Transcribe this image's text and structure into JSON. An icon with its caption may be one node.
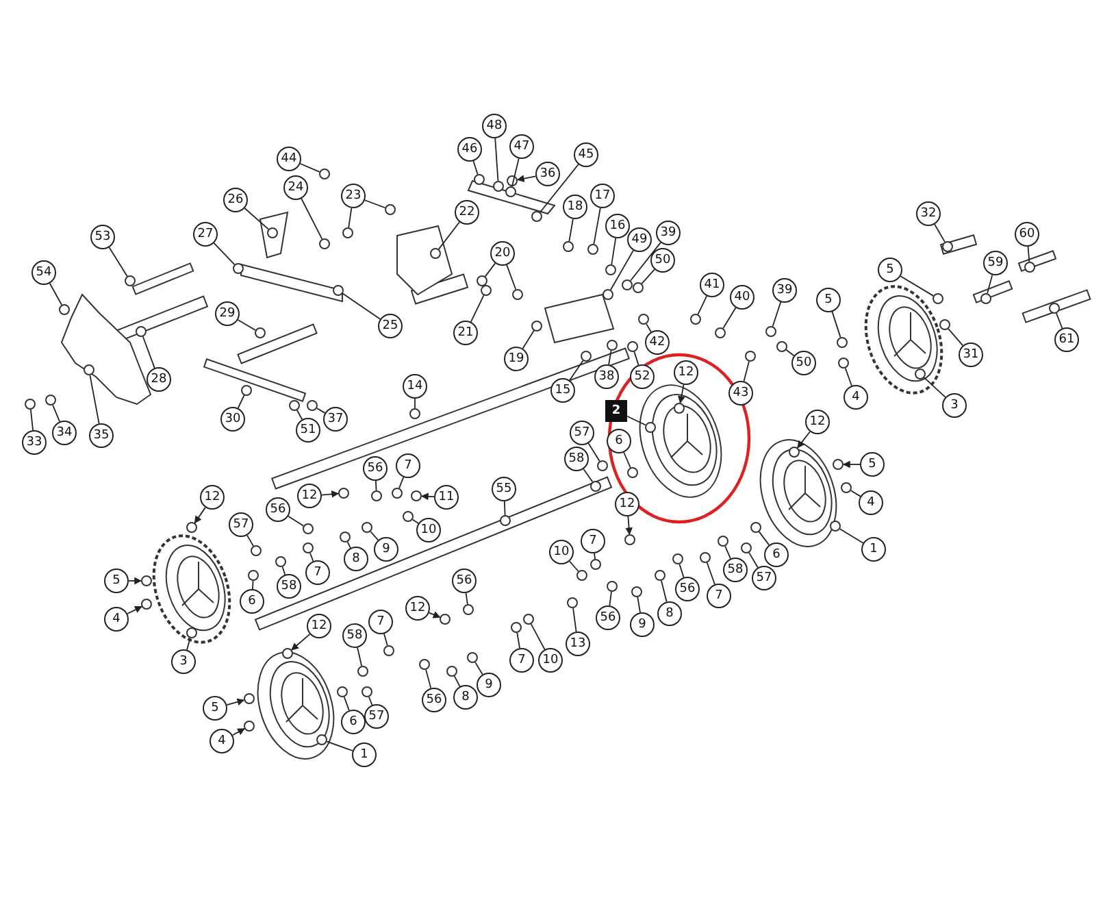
{
  "diagram": {
    "nodes": [
      {
        "text": [
          "44"
        ]
      },
      {
        "text": [
          "48"
        ]
      },
      {
        "text": [
          "46"
        ]
      },
      {
        "text": [
          "47"
        ]
      },
      {
        "text": [
          "45"
        ]
      },
      {
        "text": [
          "36"
        ]
      },
      {
        "text": [
          "24"
        ]
      },
      {
        "text": [
          "23"
        ]
      },
      {
        "text": [
          "26"
        ]
      },
      {
        "text": [
          "22"
        ]
      },
      {
        "text": [
          "18"
        ]
      },
      {
        "text": [
          "17"
        ]
      },
      {
        "text": [
          "16"
        ]
      },
      {
        "text": [
          "49"
        ]
      },
      {
        "text": [
          "39"
        ]
      },
      {
        "text": [
          "50"
        ]
      },
      {
        "text": [
          "53"
        ]
      },
      {
        "text": [
          "27"
        ]
      },
      {
        "text": [
          "20"
        ]
      },
      {
        "text": [
          "54"
        ]
      },
      {
        "text": [
          "41"
        ]
      },
      {
        "text": [
          "40"
        ]
      },
      {
        "text": [
          "39"
        ]
      },
      {
        "text": [
          "5"
        ]
      },
      {
        "text": [
          "5"
        ]
      },
      {
        "text": [
          "32"
        ]
      },
      {
        "text": [
          "60"
        ]
      },
      {
        "text": [
          "59"
        ]
      },
      {
        "text": [
          "29"
        ]
      },
      {
        "text": [
          "25"
        ]
      },
      {
        "text": [
          "21"
        ]
      },
      {
        "text": [
          "61"
        ]
      },
      {
        "text": [
          "31"
        ]
      },
      {
        "text": [
          "42"
        ]
      },
      {
        "text": [
          "19"
        ]
      },
      {
        "text": [
          "50"
        ]
      },
      {
        "text": [
          "12"
        ]
      },
      {
        "text": [
          "38"
        ]
      },
      {
        "text": [
          "52"
        ]
      },
      {
        "text": [
          "28"
        ]
      },
      {
        "text": [
          "14"
        ]
      },
      {
        "text": [
          "15"
        ]
      },
      {
        "text": [
          "43"
        ]
      },
      {
        "text": [
          "4"
        ]
      },
      {
        "text": [
          "3"
        ]
      },
      {
        "text": [
          "2"
        ]
      },
      {
        "text": [
          "30"
        ]
      },
      {
        "text": [
          "37"
        ]
      },
      {
        "text": [
          "51"
        ]
      },
      {
        "text": [
          "12"
        ]
      },
      {
        "text": [
          "57"
        ]
      },
      {
        "text": [
          "6"
        ]
      },
      {
        "text": [
          "35"
        ]
      },
      {
        "text": [
          "34"
        ]
      },
      {
        "text": [
          "33"
        ]
      },
      {
        "text": [
          "58"
        ]
      },
      {
        "text": [
          "5"
        ]
      },
      {
        "text": [
          "56"
        ]
      },
      {
        "text": [
          "7"
        ]
      },
      {
        "text": [
          "55"
        ]
      },
      {
        "text": [
          "12"
        ]
      },
      {
        "text": [
          "11"
        ]
      },
      {
        "text": [
          "12"
        ]
      },
      {
        "text": [
          "12"
        ]
      },
      {
        "text": [
          "4"
        ]
      },
      {
        "text": [
          "56"
        ]
      },
      {
        "text": [
          "57"
        ]
      },
      {
        "text": [
          "10"
        ]
      },
      {
        "text": [
          "7"
        ]
      },
      {
        "text": [
          "1"
        ]
      },
      {
        "text": [
          "9"
        ]
      },
      {
        "text": [
          "10"
        ]
      },
      {
        "text": [
          "6"
        ]
      },
      {
        "text": [
          "8"
        ]
      },
      {
        "text": [
          "58"
        ]
      },
      {
        "text": [
          "7"
        ]
      },
      {
        "text": [
          "57"
        ]
      },
      {
        "text": [
          "5"
        ]
      },
      {
        "text": [
          "56"
        ]
      },
      {
        "text": [
          "58"
        ]
      },
      {
        "text": [
          "56"
        ]
      },
      {
        "text": [
          "7"
        ]
      },
      {
        "text": [
          "6"
        ]
      },
      {
        "text": [
          "12"
        ]
      },
      {
        "text": [
          "8"
        ]
      },
      {
        "text": [
          "56"
        ]
      },
      {
        "text": [
          "4"
        ]
      },
      {
        "text": [
          "9"
        ]
      },
      {
        "text": [
          "12"
        ]
      },
      {
        "text": [
          "7"
        ]
      },
      {
        "text": [
          "58"
        ]
      },
      {
        "text": [
          "13"
        ]
      },
      {
        "text": [
          "7"
        ]
      },
      {
        "text": [
          "10"
        ]
      },
      {
        "text": [
          "3"
        ]
      },
      {
        "text": [
          "9"
        ]
      },
      {
        "text": [
          "8"
        ]
      },
      {
        "text": [
          "56"
        ]
      },
      {
        "text": [
          "5"
        ]
      },
      {
        "text": [
          "57"
        ]
      },
      {
        "text": [
          "6"
        ]
      },
      {
        "text": [
          "4"
        ]
      },
      {
        "text": [
          "1"
        ]
      },
      {
        "text": [],
        "shape": "circle"
      },
      {
        "text": [],
        "shape": "circle"
      },
      {
        "text": [],
        "shape": "circle"
      },
      {
        "text": [],
        "shape": "circle"
      },
      {
        "text": [],
        "shape": "circle"
      },
      {
        "text": [],
        "shape": "circle"
      },
      {
        "text": [],
        "shape": "circle"
      },
      {
        "text": [],
        "shape": "circle"
      },
      {
        "text": [],
        "shape": "circle"
      },
      {
        "text": [],
        "shape": "circle"
      },
      {
        "text": [],
        "shape": "circle"
      },
      {
        "text": [],
        "shape": "circle"
      },
      {
        "text": [],
        "shape": "circle"
      },
      {
        "text": [],
        "shape": "circle"
      },
      {
        "text": [],
        "shape": "circle"
      },
      {
        "text": [],
        "shape": "circle"
      },
      {
        "text": [],
        "shape": "circle"
      },
      {
        "text": [],
        "shape": "circle"
      },
      {
        "text": [],
        "shape": "circle"
      },
      {
        "text": [],
        "shape": "circle"
      },
      {
        "text": [],
        "shape": "circle"
      },
      {
        "text": [],
        "shape": "circle"
      },
      {
        "text": [],
        "shape": "circle"
      },
      {
        "text": [],
        "shape": "circle"
      },
      {
        "text": [],
        "shape": "circle"
      },
      {
        "text": [],
        "shape": "circle"
      },
      {
        "text": [],
        "shape": "circle"
      },
      {
        "text": [],
        "shape": "circle"
      },
      {
        "text": [],
        "shape": "circle"
      },
      {
        "text": [],
        "shape": "circle"
      },
      {
        "text": [],
        "shape": "circle"
      },
      {
        "text": [],
        "shape": "circle"
      },
      {
        "text": [],
        "shape": "circle"
      },
      {
        "text": [],
        "shape": "circle"
      },
      {
        "text": [],
        "shape": "circle"
      },
      {
        "text": [],
        "shape": "circle"
      },
      {
        "text": [],
        "shape": "circle"
      },
      {
        "text": [],
        "shape": "circle"
      },
      {
        "text": [],
        "shape": "circle"
      },
      {
        "text": [],
        "shape": "circle"
      },
      {
        "text": [],
        "shape": "circle"
      },
      {
        "text": [],
        "shape": "circle"
      },
      {
        "text": [],
        "shape": "circle"
      },
      {
        "text": [],
        "shape": "circle"
      },
      {
        "text": [],
        "shape": "circle"
      },
      {
        "text": [],
        "shape": "circle"
      },
      {
        "text": [],
        "shape": "circle"
      },
      {
        "text": [],
        "shape": "circle"
      },
      {
        "text": [],
        "shape": "circle"
      },
      {
        "text": [],
        "shape": "circle"
      },
      {
        "text": [],
        "shape": "circle"
      },
      {
        "text": [],
        "shape": "circle"
      },
      {
        "text": [],
        "shape": "circle"
      },
      {
        "text": [],
        "shape": "circle"
      },
      {
        "text": [],
        "shape": "circle"
      },
      {
        "text": [],
        "shape": "circle"
      },
      {
        "text": [],
        "shape": "circle"
      },
      {
        "text": [],
        "shape": "circle"
      },
      {
        "text": [],
        "shape": "circle"
      },
      {
        "text": [],
        "shape": "circle"
      },
      {
        "text": [],
        "shape": "circle"
      },
      {
        "text": [],
        "shape": "circle"
      },
      {
        "text": [],
        "shape": "circle"
      },
      {
        "text": [],
        "shape": "circle"
      },
      {
        "text": [],
        "shape": "circle"
      },
      {
        "text": [],
        "shape": "circle"
      },
      {
        "text": [],
        "shape": "circle"
      },
      {
        "text": [],
        "shape": "circle"
      },
      {
        "text": [],
        "shape": "circle"
      },
      {
        "text": [],
        "shape": "circle"
      },
      {
        "text": [],
        "shape": "circle"
      },
      {
        "text": [],
        "shape": "circle"
      },
      {
        "text": [],
        "shape": "circle"
      },
      {
        "text": [],
        "shape": "circle"
      },
      {
        "text": [],
        "shape": "circle"
      },
      {
        "text": [],
        "shape": "circle"
      },
      {
        "text": [],
        "shape": "circle"
      },
      {
        "text": [],
        "shape": "circle"
      },
      {
        "text": [],
        "shape": "circle"
      },
      {
        "text": [],
        "shape": "circle"
      },
      {
        "text": [],
        "shape": "circle"
      },
      {
        "text": [],
        "shape": "circle"
      },
      {
        "text": [],
        "shape": "circle"
      },
      {
        "text": [],
        "shape": "circle"
      },
      {
        "text": [],
        "shape": "circle"
      },
      {
        "text": [],
        "shape": "circle"
      },
      {
        "text": [],
        "shape": "circle"
      },
      {
        "text": [],
        "shape": "circle"
      },
      {
        "text": [],
        "shape": "circle"
      },
      {
        "text": [],
        "shape": "circle"
      },
      {
        "text": [],
        "shape": "circle"
      },
      {
        "text": [],
        "shape": "circle"
      },
      {
        "text": [],
        "shape": "circle"
      },
      {
        "text": [],
        "shape": "circle"
      },
      {
        "text": [],
        "shape": "circle"
      },
      {
        "text": [],
        "shape": "circle"
      },
      {
        "text": [],
        "shape": "circle"
      },
      {
        "text": [],
        "shape": "circle"
      },
      {
        "text": [],
        "shape": "circle"
      },
      {
        "text": [],
        "shape": "circle"
      },
      {
        "text": [],
        "shape": "circle"
      },
      {
        "text": [],
        "shape": "circle"
      },
      {
        "text": [],
        "shape": "circle"
      },
      {
        "text": [],
        "shape": "circle"
      },
      {
        "text": [],
        "shape": "circle"
      }
    ],
    "edges": [
      {
        "from": 0,
        "to": 103,
        "arrow": "none"
      },
      {
        "from": 1,
        "to": 104,
        "arrow": "none"
      },
      {
        "from": 2,
        "to": 105,
        "arrow": "none"
      },
      {
        "from": 3,
        "to": 106,
        "arrow": "none"
      },
      {
        "from": 4,
        "to": 107,
        "arrow": "none"
      },
      {
        "from": 5,
        "to": 108,
        "arrow": "to"
      },
      {
        "from": 6,
        "to": 109,
        "arrow": "none"
      },
      {
        "from": 7,
        "to": 110,
        "arrow": "none"
      },
      {
        "from": 7,
        "to": 111,
        "arrow": "none"
      },
      {
        "from": 8,
        "to": 112,
        "arrow": "none"
      },
      {
        "from": 9,
        "to": 113,
        "arrow": "none"
      },
      {
        "from": 10,
        "to": 114,
        "arrow": "none"
      },
      {
        "from": 11,
        "to": 115,
        "arrow": "none"
      },
      {
        "from": 12,
        "to": 116,
        "arrow": "none"
      },
      {
        "from": 13,
        "to": 117,
        "arrow": "none"
      },
      {
        "from": 14,
        "to": 118,
        "arrow": "none"
      },
      {
        "from": 15,
        "to": 119,
        "arrow": "none"
      },
      {
        "from": 16,
        "to": 120,
        "arrow": "none"
      },
      {
        "from": 17,
        "to": 121,
        "arrow": "none"
      },
      {
        "from": 18,
        "to": 122,
        "arrow": "none"
      },
      {
        "from": 18,
        "to": 123,
        "arrow": "none"
      },
      {
        "from": 19,
        "to": 124,
        "arrow": "none"
      },
      {
        "from": 20,
        "to": 125,
        "arrow": "none"
      },
      {
        "from": 21,
        "to": 126,
        "arrow": "none"
      },
      {
        "from": 22,
        "to": 127,
        "arrow": "none"
      },
      {
        "from": 23,
        "to": 128,
        "arrow": "none"
      },
      {
        "from": 24,
        "to": 129,
        "arrow": "none"
      },
      {
        "from": 25,
        "to": 130,
        "arrow": "none"
      },
      {
        "from": 26,
        "to": 131,
        "arrow": "none"
      },
      {
        "from": 27,
        "to": 132,
        "arrow": "none"
      },
      {
        "from": 28,
        "to": 133,
        "arrow": "none"
      },
      {
        "from": 29,
        "to": 134,
        "arrow": "none"
      },
      {
        "from": 30,
        "to": 135,
        "arrow": "none"
      },
      {
        "from": 31,
        "to": 136,
        "arrow": "none"
      },
      {
        "from": 32,
        "to": 137,
        "arrow": "none"
      },
      {
        "from": 33,
        "to": 138,
        "arrow": "none"
      },
      {
        "from": 34,
        "to": 139,
        "arrow": "none"
      },
      {
        "from": 35,
        "to": 140,
        "arrow": "none"
      },
      {
        "from": 36,
        "to": 141,
        "arrow": "to"
      },
      {
        "from": 37,
        "to": 142,
        "arrow": "none"
      },
      {
        "from": 38,
        "to": 143,
        "arrow": "none"
      },
      {
        "from": 39,
        "to": 144,
        "arrow": "none"
      },
      {
        "from": 40,
        "to": 145,
        "arrow": "none"
      },
      {
        "from": 41,
        "to": 146,
        "arrow": "none"
      },
      {
        "from": 42,
        "to": 147,
        "arrow": "none"
      },
      {
        "from": 43,
        "to": 148,
        "arrow": "none"
      },
      {
        "from": 44,
        "to": 149,
        "arrow": "none"
      },
      {
        "from": 45,
        "to": 150,
        "arrow": "none"
      },
      {
        "from": 46,
        "to": 151,
        "arrow": "none"
      },
      {
        "from": 47,
        "to": 152,
        "arrow": "none"
      },
      {
        "from": 48,
        "to": 153,
        "arrow": "none"
      },
      {
        "from": 49,
        "to": 154,
        "arrow": "to"
      },
      {
        "from": 50,
        "to": 155,
        "arrow": "none"
      },
      {
        "from": 51,
        "to": 156,
        "arrow": "none"
      },
      {
        "from": 52,
        "to": 157,
        "arrow": "none"
      },
      {
        "from": 53,
        "to": 158,
        "arrow": "none"
      },
      {
        "from": 54,
        "to": 159,
        "arrow": "none"
      },
      {
        "from": 55,
        "to": 160,
        "arrow": "none"
      },
      {
        "from": 56,
        "to": 161,
        "arrow": "to"
      },
      {
        "from": 57,
        "to": 162,
        "arrow": "none"
      },
      {
        "from": 58,
        "to": 163,
        "arrow": "none"
      },
      {
        "from": 59,
        "to": 164,
        "arrow": "none"
      },
      {
        "from": 60,
        "to": 165,
        "arrow": "to"
      },
      {
        "from": 61,
        "to": 166,
        "arrow": "to"
      },
      {
        "from": 62,
        "to": 167,
        "arrow": "to"
      },
      {
        "from": 63,
        "to": 168,
        "arrow": "to"
      },
      {
        "from": 64,
        "to": 169,
        "arrow": "none"
      },
      {
        "from": 65,
        "to": 170,
        "arrow": "none"
      },
      {
        "from": 66,
        "to": 171,
        "arrow": "none"
      },
      {
        "from": 67,
        "to": 172,
        "arrow": "none"
      },
      {
        "from": 68,
        "to": 173,
        "arrow": "none"
      },
      {
        "from": 69,
        "to": 174,
        "arrow": "none"
      },
      {
        "from": 70,
        "to": 175,
        "arrow": "none"
      },
      {
        "from": 71,
        "to": 176,
        "arrow": "none"
      },
      {
        "from": 72,
        "to": 177,
        "arrow": "none"
      },
      {
        "from": 73,
        "to": 178,
        "arrow": "none"
      },
      {
        "from": 74,
        "to": 179,
        "arrow": "none"
      },
      {
        "from": 75,
        "to": 180,
        "arrow": "none"
      },
      {
        "from": 76,
        "to": 181,
        "arrow": "none"
      },
      {
        "from": 77,
        "to": 182,
        "arrow": "to"
      },
      {
        "from": 78,
        "to": 183,
        "arrow": "none"
      },
      {
        "from": 79,
        "to": 184,
        "arrow": "none"
      },
      {
        "from": 80,
        "to": 185,
        "arrow": "none"
      },
      {
        "from": 81,
        "to": 186,
        "arrow": "none"
      },
      {
        "from": 82,
        "to": 187,
        "arrow": "none"
      },
      {
        "from": 83,
        "to": 188,
        "arrow": "to"
      },
      {
        "from": 84,
        "to": 189,
        "arrow": "none"
      },
      {
        "from": 85,
        "to": 190,
        "arrow": "none"
      },
      {
        "from": 86,
        "to": 191,
        "arrow": "to"
      },
      {
        "from": 87,
        "to": 192,
        "arrow": "none"
      },
      {
        "from": 88,
        "to": 193,
        "arrow": "to"
      },
      {
        "from": 89,
        "to": 194,
        "arrow": "none"
      },
      {
        "from": 90,
        "to": 195,
        "arrow": "none"
      },
      {
        "from": 91,
        "to": 196,
        "arrow": "none"
      },
      {
        "from": 92,
        "to": 197,
        "arrow": "none"
      },
      {
        "from": 93,
        "to": 198,
        "arrow": "none"
      },
      {
        "from": 94,
        "to": 199,
        "arrow": "none"
      },
      {
        "from": 95,
        "to": 200,
        "arrow": "none"
      },
      {
        "from": 96,
        "to": 201,
        "arrow": "none"
      },
      {
        "from": 97,
        "to": 202,
        "arrow": "none"
      },
      {
        "from": 98,
        "to": 203,
        "arrow": "to"
      },
      {
        "from": 99,
        "to": 204,
        "arrow": "none"
      },
      {
        "from": 100,
        "to": 205,
        "arrow": "none"
      },
      {
        "from": 101,
        "to": 206,
        "arrow": "to"
      },
      {
        "from": 102,
        "to": 207,
        "arrow": "none"
      }
    ]
  }
}
